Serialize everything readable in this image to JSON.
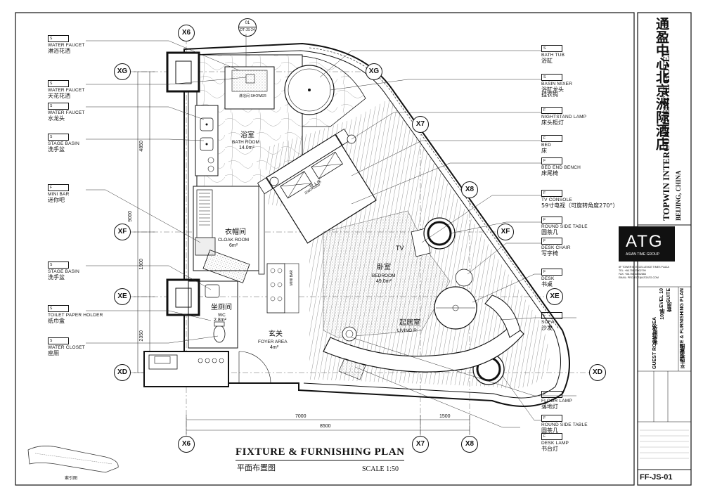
{
  "sheet": {
    "title": "FIXTURE & FURNISHING PLAN",
    "title_zh": "平面布置图",
    "scale": "SCALE 1:50",
    "index_label": "索引图",
    "drawing_no": "FF-JS-01",
    "callout_top": {
      "num": "01",
      "ref": "DT-JS-24"
    }
  },
  "grid_labels": {
    "x6": "X6",
    "x7": "X7",
    "x8": "X8",
    "xg": "XG",
    "xf": "XF",
    "xe": "XE",
    "xd": "XD"
  },
  "dims": {
    "v1": "4850",
    "v2": "9000",
    "v3": "1900",
    "v4": "2350",
    "h1": "7000",
    "h2": "1500",
    "h3": "8500"
  },
  "left_tags": [
    {
      "code": "S",
      "en": "WATER FAUCET",
      "zh": "淋浴花洒"
    },
    {
      "code": "S",
      "en": "WATER FAUCET",
      "zh": "天花花洒"
    },
    {
      "code": "S",
      "en": "WATER FAUCET",
      "zh": "水龙头"
    },
    {
      "code": "S",
      "en": "STAGE BASIN",
      "zh": "洗手盆"
    },
    {
      "code": "F",
      "en": "MINI BAR",
      "zh": "迷你吧"
    },
    {
      "code": "S",
      "en": "STAGE BASIN",
      "zh": "洗手盆"
    },
    {
      "code": "S",
      "en": "TOILET PAPER HOLDER",
      "zh": "纸巾盒"
    },
    {
      "code": "S",
      "en": "WATER CLOSET",
      "zh": "座厕"
    }
  ],
  "right_tags": [
    {
      "code": "S",
      "en": "BATH TUB",
      "zh": "浴缸"
    },
    {
      "code": "S",
      "en": "BASIN MIXER",
      "zh": "浴缸龙头"
    },
    {
      "code": "",
      "en": "",
      "zh": "挂衣钩"
    },
    {
      "code": "F",
      "en": "NIGHTSTAND LAMP",
      "zh": "床头柜灯"
    },
    {
      "code": "F",
      "en": "BED",
      "zh": "床"
    },
    {
      "code": "F",
      "en": "BED END BENCH",
      "zh": "床尾椅"
    },
    {
      "code": "F",
      "en": "TV CONSOLE",
      "zh": "59寸电视（可旋转角度270°）"
    },
    {
      "code": "F",
      "en": "ROUND SIDE TABLE",
      "zh": "圆茶几"
    },
    {
      "code": "F",
      "en": "DESK CHAIR",
      "zh": "写字椅"
    },
    {
      "code": "F",
      "en": "DESK",
      "zh": "书桌"
    },
    {
      "code": "F",
      "en": "SOFA",
      "zh": "沙发"
    },
    {
      "code": "F",
      "en": "FLOOR LAMP",
      "zh": "落地灯"
    },
    {
      "code": "F",
      "en": "ROUND SIDE TABLE",
      "zh": "圆茶几"
    },
    {
      "code": "F",
      "en": "DESK LAMP",
      "zh": "书台灯"
    }
  ],
  "rooms": {
    "bath_zh": "浴室",
    "bath_en": "BATH ROOM",
    "bath_area": "14.0m²",
    "cloak_zh": "衣帽间",
    "cloak_en": "CLOAK ROOM",
    "cloak_area": "6m²",
    "wc_zh": "坐厕间",
    "wc_en": "WC",
    "wc_area": "2.8m²",
    "foyer_zh": "玄关",
    "foyer_en": "FOYER AREA",
    "foyer_area": "4m²",
    "bed_zh": "卧室",
    "bed_en": "BEDROOM",
    "bed_area": "49.0m²",
    "living_zh": "起居室",
    "living_en": "LIVING R",
    "tv": "TV",
    "bed_size_zh": "双人床",
    "bed_size": "2000×2000",
    "shower_en": "SHOWER",
    "shower_zh": "淋浴间",
    "minibar_en": "MINI BAR"
  },
  "title_block": {
    "hotel_zh": "通盈中心北京洲际酒店",
    "hotel_en": "TOPWIN INTERCONTINENTAL HOTEL",
    "city": "BEIJING, CHINA",
    "logo": "ATG",
    "logo_sub": "ASIAN TIME GROUP",
    "address": "8F TOWER B, EXCELLENCE TIMES PLAZA",
    "phone": "TEL: +86.755.33902799",
    "fax": "FAX: +86.755.33902866",
    "email": "EMAIL: PROJECT@ATGATG.COM",
    "area_en": "GUEST ROOMS AREA",
    "area_zh": "客房部分",
    "level_en": "LEVEL 10",
    "level_zh": "10层",
    "suite_en": "SUITE",
    "suite_zh": "套房",
    "plan_en": "FIXTURE & FURNISHING PLAN",
    "plan_zh": "平面布置图"
  }
}
